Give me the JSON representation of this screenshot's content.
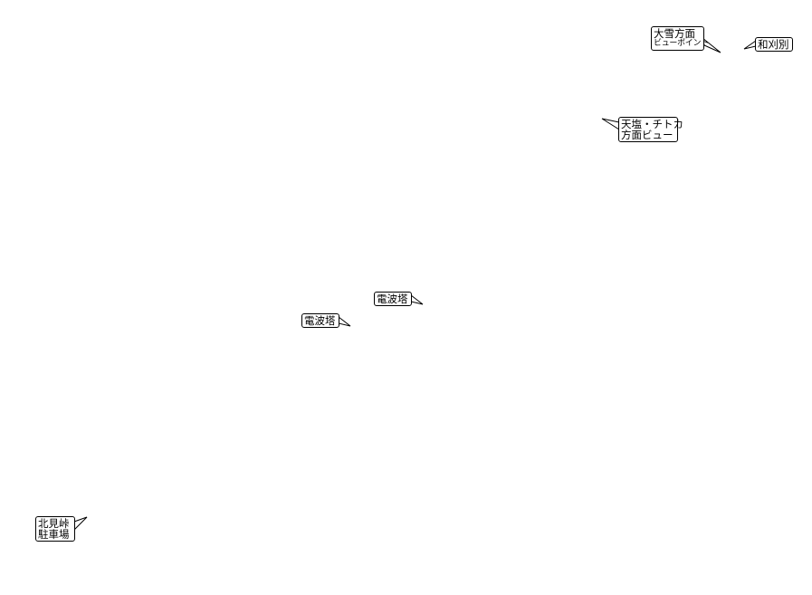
{
  "labels": {
    "taisetsu": {
      "line1": "大雪方面",
      "line2": "ビューポイント"
    },
    "wakaribetsu": {
      "line1": "和刈別"
    },
    "teshio": {
      "line1": "天塩・チトカ",
      "line2": "方面ビュー"
    },
    "denpa1": {
      "line1": "電波塔"
    },
    "denpa2": {
      "line1": "電波塔"
    },
    "kitami": {
      "line1": "北見峠",
      "line2": "駐車場"
    }
  }
}
